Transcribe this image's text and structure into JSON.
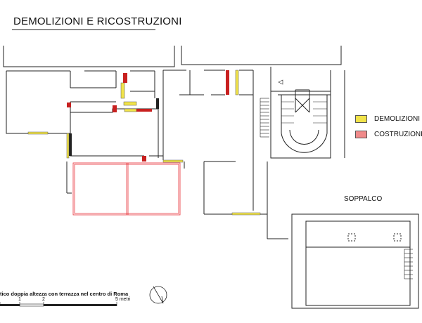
{
  "title": "DEMOLIZIONI E RICOSTRUZIONI",
  "legend": {
    "items": [
      {
        "label": "DEMOLIZIONI",
        "color": "#f1e34a"
      },
      {
        "label": "COSTRUZIONI",
        "color": "#f08a8a"
      }
    ]
  },
  "soppalco_label": "SOPPALCO",
  "caption": "tico doppia altezza con terrazza nel centro di Roma",
  "scale_bar": {
    "ticks": [
      "1",
      "2",
      "5 metri"
    ]
  },
  "colors": {
    "wall": "#222222",
    "demolition": "#f1e34a",
    "construction_line": "#e8323a",
    "construction_fill": "#c8201f"
  },
  "icons": [
    "north-arrow-icon",
    "staircase-icon"
  ]
}
